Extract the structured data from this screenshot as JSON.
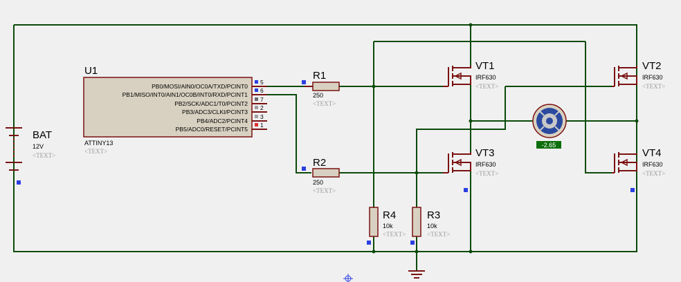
{
  "battery": {
    "ref": "BAT",
    "value": "12V",
    "text": "<TEXT>"
  },
  "mcu": {
    "ref": "U1",
    "part": "ATTINY13",
    "text": "<TEXT>",
    "pins": [
      {
        "label": "PB0/MOSI/AIN0/OC0A/TXD/PCINT0",
        "num": "5",
        "state": "active"
      },
      {
        "label": "PB1/MISO/INT0/AIN1/OC0B/INT0/RXD/PCINT1",
        "num": "6",
        "state": "active"
      },
      {
        "label": "PB2/SCK/ADC1/T0/PCINT2",
        "num": "7",
        "state": "low"
      },
      {
        "label": "PB3/ADC3/CLKI/PCINT3",
        "num": "2",
        "state": "idle"
      },
      {
        "label": "PB4/ADC2/PCINT4",
        "num": "3",
        "state": "idle"
      },
      {
        "label": "PB5/ADC0/RESET/PCINT5",
        "num": "1",
        "state": "reset"
      }
    ]
  },
  "resistors": {
    "r1": {
      "ref": "R1",
      "value": "250",
      "text": "<TEXT>"
    },
    "r2": {
      "ref": "R2",
      "value": "250",
      "text": "<TEXT>"
    },
    "r3": {
      "ref": "R3",
      "value": "10k",
      "text": "<TEXT>"
    },
    "r4": {
      "ref": "R4",
      "value": "10k",
      "text": "<TEXT>"
    }
  },
  "transistors": {
    "vt1": {
      "ref": "VT1",
      "part": "IRF630",
      "text": "<TEXT>"
    },
    "vt2": {
      "ref": "VT2",
      "part": "IRF630",
      "text": "<TEXT>"
    },
    "vt3": {
      "ref": "VT3",
      "part": "IRF630",
      "text": "<TEXT>"
    },
    "vt4": {
      "ref": "VT4",
      "part": "IRF630",
      "text": "<TEXT>"
    }
  },
  "motor": {
    "reading": "-2.65"
  },
  "colors": {
    "wire": "#0a4a0a",
    "component": "#7a1010",
    "body_fill": "#d8d1c1",
    "marker": "#2b3fe0",
    "background": "#f0f0f0",
    "motor_ring": "#2a4aa0",
    "readout_bg": "#0d6e0d",
    "readout_text": "#ffffff"
  }
}
